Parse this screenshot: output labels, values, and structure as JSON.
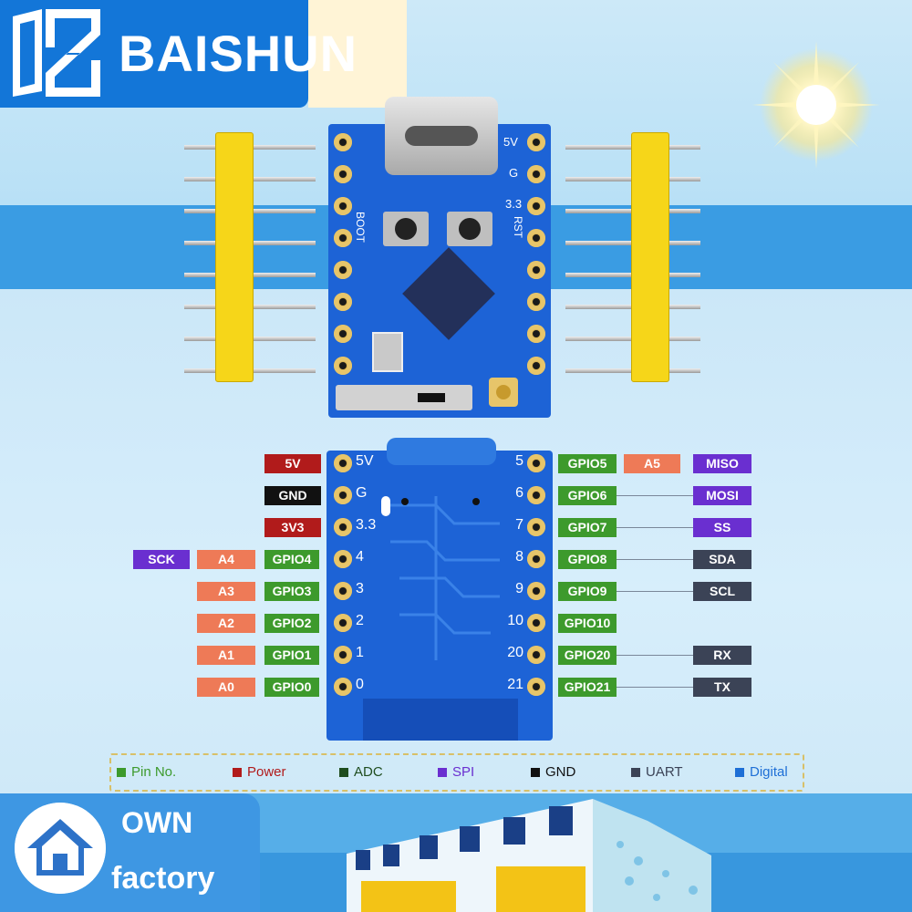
{
  "brand": {
    "name": "BAISHUN"
  },
  "board_silk": {
    "top": {
      "right": [
        "5V",
        "G",
        "3.3"
      ],
      "boot": "BOOT",
      "rst": "RST"
    },
    "bottom_left": [
      "5V",
      "G",
      "3.3",
      "4",
      "3",
      "2",
      "1",
      "0"
    ],
    "bottom_right": [
      "5",
      "6",
      "7",
      "8",
      "9",
      "10",
      "20",
      "21"
    ]
  },
  "left_pins": [
    {
      "pin": "5V",
      "labels": []
    },
    {
      "pin": "GND",
      "labels": []
    },
    {
      "pin": "3V3",
      "labels": []
    },
    {
      "pin": "GPIO4",
      "labels": [
        "A4",
        "SCK"
      ]
    },
    {
      "pin": "GPIO3",
      "labels": [
        "A3"
      ]
    },
    {
      "pin": "GPIO2",
      "labels": [
        "A2"
      ]
    },
    {
      "pin": "GPIO1",
      "labels": [
        "A1"
      ]
    },
    {
      "pin": "GPIO0",
      "labels": [
        "A0"
      ]
    }
  ],
  "right_pins": [
    {
      "pin": "GPIO5",
      "labels": [
        "A5",
        "MISO"
      ]
    },
    {
      "pin": "GPIO6",
      "labels": [
        "MOSI"
      ]
    },
    {
      "pin": "GPIO7",
      "labels": [
        "SS"
      ]
    },
    {
      "pin": "GPIO8",
      "labels": [
        "SDA"
      ]
    },
    {
      "pin": "GPIO9",
      "labels": [
        "SCL"
      ]
    },
    {
      "pin": "GPIO10",
      "labels": []
    },
    {
      "pin": "GPIO20",
      "labels": [
        "RX"
      ]
    },
    {
      "pin": "GPIO21",
      "labels": [
        "TX"
      ]
    }
  ],
  "legend": [
    {
      "label": "Pin No.",
      "color": "#3d9a2c"
    },
    {
      "label": "Power",
      "color": "#b11b1b"
    },
    {
      "label": "ADC",
      "color": "#1f4d1f"
    },
    {
      "label": "SPI",
      "color": "#6a2fd0"
    },
    {
      "label": "GND",
      "color": "#111111"
    },
    {
      "label": "UART",
      "color": "#3b4356"
    },
    {
      "label": "Digital",
      "color": "#1e6fd6"
    }
  ],
  "footer": {
    "line1": "OWN",
    "line2": "factory"
  }
}
